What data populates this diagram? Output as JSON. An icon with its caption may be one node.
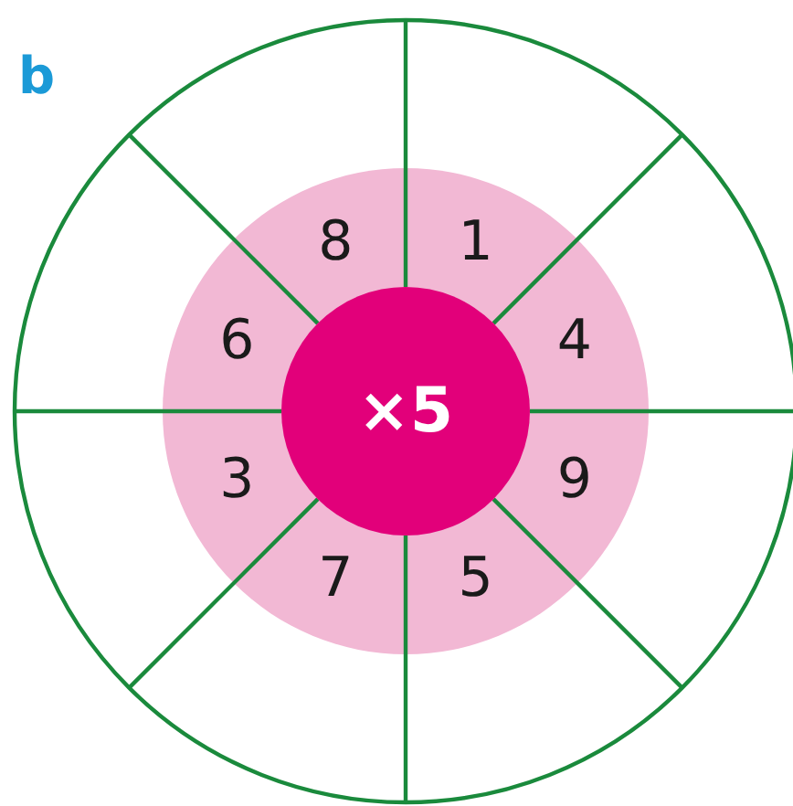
{
  "diagram": {
    "nodes": [
      {
        "text": [
          "×5"
        ]
      }
    ],
    "labels": [
      "b",
      "8",
      "1",
      "6",
      "4",
      "3",
      "9",
      "7",
      "5"
    ]
  }
}
